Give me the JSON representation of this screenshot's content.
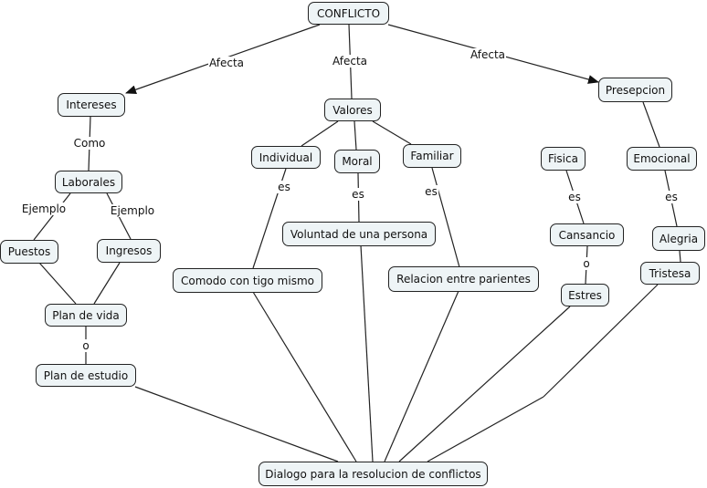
{
  "title": "CONFLICTO concept map",
  "colors": {
    "node_fill": "#eef4f6",
    "node_border": "#222222",
    "line": "#222222"
  },
  "nodes": {
    "conflicto": "CONFLICTO",
    "intereses": "Intereses",
    "valores": "Valores",
    "presepcion": "Presepcion",
    "laborales": "Laborales",
    "puestos": "Puestos",
    "ingresos": "Ingresos",
    "plan_vida": "Plan de vida",
    "plan_estudio": "Plan de estudio",
    "individual": "Individual",
    "moral": "Moral",
    "familiar": "Familiar",
    "voluntad": "Voluntad de una persona",
    "comodo": "Comodo con tigo mismo",
    "relacion": "Relacion entre parientes",
    "fisica": "Fisica",
    "emocional": "Emocional",
    "cansancio": "Cansancio",
    "alegria": "Alegria",
    "estres": "Estres",
    "tristesa": "Tristesa",
    "dialogo": "Dialogo para la resolucion de conflictos"
  },
  "link_labels": {
    "afecta_left": "Afecta",
    "afecta_mid": "Afecta",
    "afecta_right": "Afecta",
    "como": "Como",
    "ejemplo_left": "Ejemplo",
    "ejemplo_right": "Ejemplo",
    "o_plan": "o",
    "es_individual": "es",
    "es_moral": "es",
    "es_familiar": "es",
    "es_fisica": "es",
    "es_emocional": "es",
    "o_cansancio": "o"
  }
}
